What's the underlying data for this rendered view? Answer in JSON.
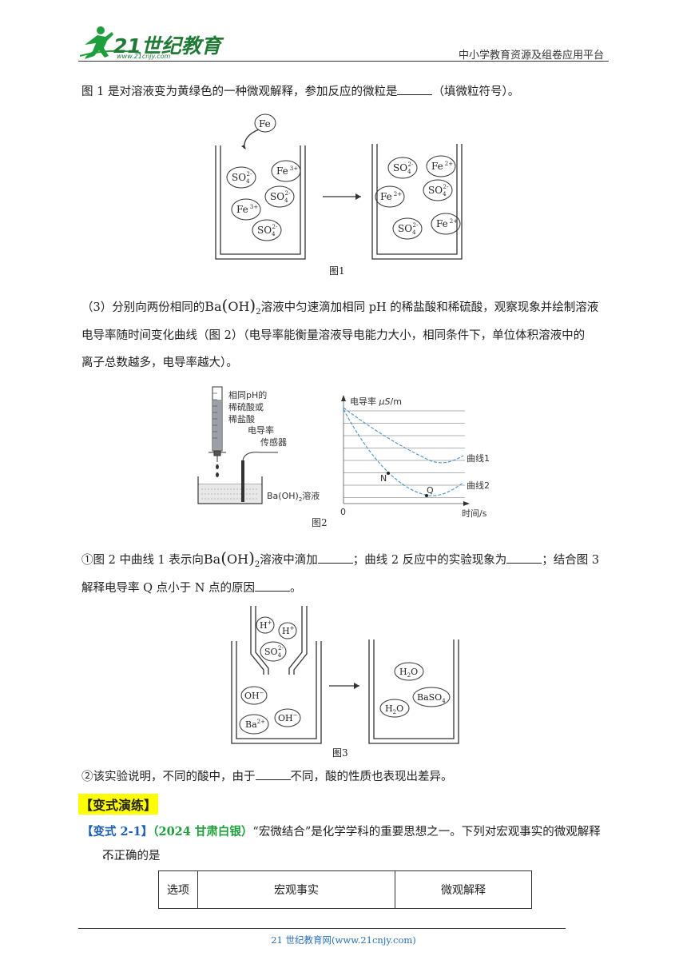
{
  "header": {
    "logo_text": "21世纪教育",
    "logo_url": "www.21cnjy.com",
    "platform": "中小学教育资源及组卷应用平台"
  },
  "intro": "图 1 是对溶液变为黄绿色的一种微观解释，参加反应的微粒是",
  "intro_tail": "（填微粒符号）。",
  "fig1": {
    "caption": "图1",
    "fe": "Fe",
    "left": [
      {
        "base": "SO",
        "sub": "4",
        "sup": "2-"
      },
      {
        "base": "Fe",
        "sub": "",
        "sup": "3+"
      },
      {
        "base": "SO",
        "sub": "4",
        "sup": "2-"
      },
      {
        "base": "Fe",
        "sub": "",
        "sup": "3+"
      },
      {
        "base": "SO",
        "sub": "4",
        "sup": "2-"
      }
    ],
    "right": [
      {
        "base": "SO",
        "sub": "4",
        "sup": "2-"
      },
      {
        "base": "Fe",
        "sub": "",
        "sup": "2+"
      },
      {
        "base": "Fe",
        "sub": "",
        "sup": "2+"
      },
      {
        "base": "SO",
        "sub": "4",
        "sup": "2-"
      },
      {
        "base": "SO",
        "sub": "4",
        "sup": "2-"
      },
      {
        "base": "Fe",
        "sub": "",
        "sup": "2+"
      }
    ]
  },
  "q3": {
    "line1_a": "（3）分别向两份相同的",
    "ba": "Ba",
    "oh": "OH",
    "two": "2",
    "line1_b": "溶液中匀速滴加相同 pH 的稀盐酸和稀硫酸，观察现象并绘制溶液",
    "line2": "电导率随时间变化曲线（图 2）（电导率能衡量溶液导电能力大小，相同条件下，单位体积溶液中的",
    "line3": "离子总数越多，电导率越大）。"
  },
  "fig2": {
    "caption": "图2",
    "burette_l1": "相同pH的",
    "burette_l2": "稀硫酸或",
    "burette_l3": "稀盐酸",
    "sensor_l1": "电导率",
    "sensor_l2": "传感器",
    "beaker_a": "Ba(OH)",
    "beaker_sub": "2",
    "beaker_b": "溶液",
    "y_label_a": "电导率 ",
    "y_label_mu": "μS",
    "y_label_b": "/m",
    "x_label": "时间/s",
    "origin": "0",
    "curve1": "曲线1",
    "curve2": "曲线2",
    "pt_n": "N",
    "pt_q": "Q"
  },
  "q_circle1": {
    "a": "①图 2 中曲线 1 表示向",
    "b": "溶液中滴加",
    "c": "；曲线 2 反应中的实验现象为",
    "d": "；结合图 3",
    "line2": "解释电导率 Q 点小于 N 点的原因",
    "line2_end": "。"
  },
  "fig3": {
    "caption": "图3",
    "h1": "H",
    "h2": "H",
    "hsup": "+",
    "so4": "SO",
    "so4sub": "4",
    "so4sup": "2-",
    "oh1": "OH",
    "oh2": "OH",
    "ohsup": "−",
    "ba": "Ba",
    "basup": "2+",
    "h2o_a": "H",
    "h2o_b": "O",
    "h2o_sub": "2",
    "baso4": "BaSO",
    "baso4_sub": "4"
  },
  "q_circle2": {
    "a": "②该实验说明，不同的酸中，由于",
    "b": "不同，酸的性质也表现出差异。"
  },
  "section": "【变式演练】",
  "variant": {
    "tag": "【变式 2-1】",
    "source": "（2024 甘肃白银）",
    "text": "“宏微结合”是化学学科的重要思想之一。下列对宏观事实的微观解释",
    "line2": "不正确的是",
    "emph_dots": "· · ·"
  },
  "table": {
    "headers": [
      "选项",
      "宏观事实",
      "微观解释"
    ]
  },
  "footer": "21 世纪教育网(www.21cnjy.com)"
}
